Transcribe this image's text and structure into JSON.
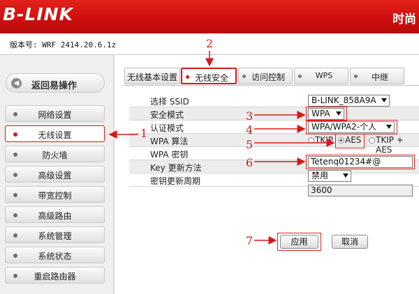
{
  "header": {
    "logo": "B-LINK",
    "slogan": "时尚"
  },
  "version": "版本号: WRF 2414.20.6.1z",
  "sidebar": {
    "back_label": "返回易操作",
    "items": [
      {
        "label": "网络设置"
      },
      {
        "label": "无线设置",
        "active": true
      },
      {
        "label": "防火墙"
      },
      {
        "label": "高级设置"
      },
      {
        "label": "带宽控制"
      },
      {
        "label": "高级路由"
      },
      {
        "label": "系统管理"
      },
      {
        "label": "系统状态"
      },
      {
        "label": "重启路由器"
      }
    ]
  },
  "tabs": [
    {
      "label": "无线基本设置"
    },
    {
      "label": "无线安全",
      "active": true
    },
    {
      "label": "访问控制"
    },
    {
      "label": "WPS"
    },
    {
      "label": "中继"
    }
  ],
  "form": {
    "ssid": {
      "label": "选择 SSID",
      "value": "B-LINK_858A9A"
    },
    "security": {
      "label": "安全模式",
      "value": "WPA"
    },
    "auth": {
      "label": "认证模式",
      "value": "WPA/WPA2-个人"
    },
    "algo": {
      "label": "WPA 算法",
      "options": [
        "TKIP",
        "AES",
        "TKIP + AES"
      ],
      "selected": "AES"
    },
    "key": {
      "label": "WPA 密钥",
      "value": "Tetenq01234#@"
    },
    "key_update": {
      "label": "Key 更新方法",
      "value": "禁用"
    },
    "key_period": {
      "label": "密钥更新周期",
      "value": "3600"
    }
  },
  "buttons": {
    "apply": "应用",
    "cancel": "取消"
  },
  "annotations": [
    "1",
    "2",
    "3",
    "4",
    "5",
    "6",
    "7"
  ],
  "colors": {
    "header_red": "#d0141a",
    "annotation_red": "#d51919"
  }
}
